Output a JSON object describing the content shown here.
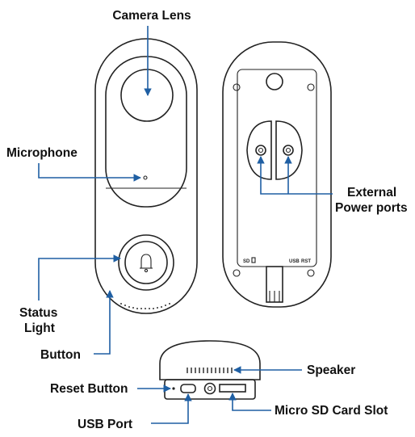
{
  "labels": {
    "camera_lens": "Camera Lens",
    "microphone": "Microphone",
    "status_light_line1": "Status",
    "status_light_line2": "Light",
    "button": "Button",
    "external_power_line1": "External",
    "external_power_line2": "Power ports",
    "speaker": "Speaker",
    "reset_button": "Reset Button",
    "micro_sd": "Micro SD Card Slot",
    "usb_port": "USB Port"
  },
  "back_panel_marks": {
    "sd": "SD",
    "usb": "USB",
    "rst": "RST"
  },
  "colors": {
    "callout": "#1f5fa3",
    "outline": "#222222",
    "text": "#111111"
  },
  "icons": [
    "bell-icon",
    "sd-card-icon"
  ]
}
